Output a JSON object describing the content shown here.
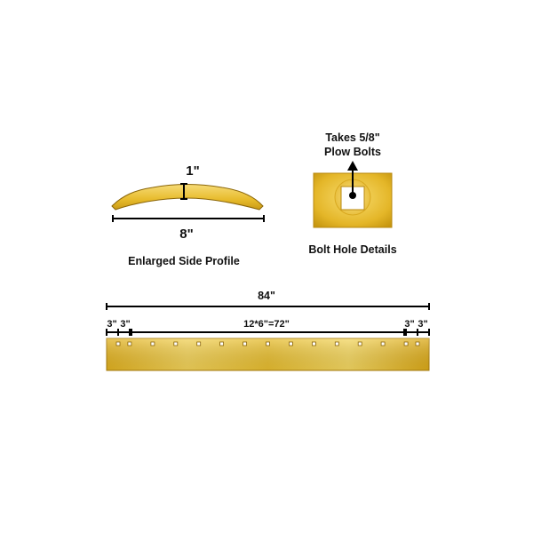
{
  "colors": {
    "steel_light": "#f6d566",
    "steel_mid": "#e8bb2a",
    "steel_dark": "#b98a10",
    "outline": "#8a6508",
    "ink": "#111111"
  },
  "side_profile": {
    "thickness_label": "1\"",
    "width_label": "8\"",
    "caption": "Enlarged Side Profile"
  },
  "bolt_hole": {
    "note_line1": "Takes 5/8\"",
    "note_line2": "Plow Bolts",
    "caption": "Bolt Hole Details"
  },
  "blade": {
    "overall_label": "84\"",
    "left_spacing_1": "3\"",
    "left_spacing_2": "3\"",
    "center_spacing": "12*6\"=72\"",
    "right_spacing_1": "3\"",
    "right_spacing_2": "3\"",
    "hole_count": 15
  }
}
